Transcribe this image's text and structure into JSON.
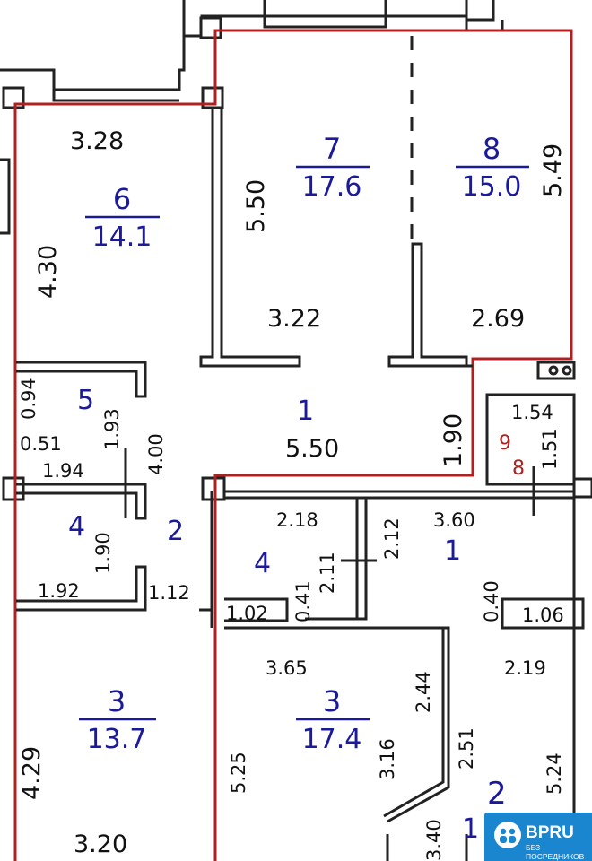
{
  "rooms": [
    {
      "id": "room-6",
      "number": "6",
      "area": "14.1"
    },
    {
      "id": "room-7",
      "number": "7",
      "area": "17.6"
    },
    {
      "id": "room-8",
      "number": "8",
      "area": "15.0"
    },
    {
      "id": "room-3-left",
      "number": "3",
      "area": "13.7"
    },
    {
      "id": "room-3-right",
      "number": "3",
      "area": "17.4"
    }
  ],
  "room_numbers": {
    "hall_1_top": "1",
    "room_5": "5",
    "room_4_left": "4",
    "room_2_left": "2",
    "room_4_right": "4",
    "room_1_right": "1",
    "room_2_right": "2",
    "room_9": "9",
    "room_8_small": "8",
    "partial_area": "1"
  },
  "dimensions": {
    "d328": "3.28",
    "d430": "4.30",
    "d550_room7": "5.50",
    "d322": "3.22",
    "d269": "2.69",
    "d549": "5.49",
    "d094": "0.94",
    "d193": "1.93",
    "d400": "4.00",
    "d051": "0.51",
    "d194": "1.94",
    "d550_hall": "5.50",
    "d190_right": "1.90",
    "d154": "1.54",
    "d151": "1.51",
    "d190_left": "1.90",
    "d192": "1.92",
    "d112": "1.12",
    "d218": "2.18",
    "d211": "2.11",
    "d212": "2.12",
    "d360": "3.60",
    "d041": "0.41",
    "d102": "1.02",
    "d040": "0.40",
    "d106": "1.06",
    "d365": "3.65",
    "d244": "2.44",
    "d219": "2.19",
    "d429": "4.29",
    "d525": "5.25",
    "d316": "3.16",
    "d251": "2.51",
    "d524": "5.24",
    "d320": "3.20",
    "d340": "3.40"
  },
  "badge": {
    "title": "BPRU",
    "subtitle": "БЕЗ ПОСРЕДНИКОВ"
  },
  "colors": {
    "wall": "#222222",
    "outline": "#b02020",
    "room_text": "#1a1a9a",
    "badge": "#1a86d0"
  }
}
